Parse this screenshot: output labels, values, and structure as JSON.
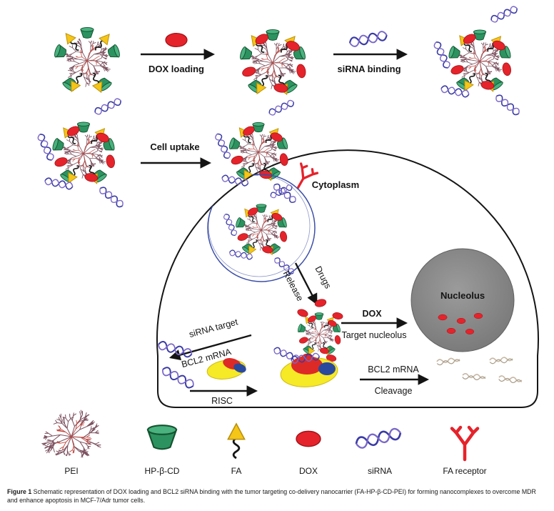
{
  "figure": {
    "labels": {
      "dox_loading": "DOX loading",
      "sirna_binding": "siRNA binding",
      "cell_uptake": "Cell uptake",
      "cytoplasm": "Cytoplasm",
      "drugs": "Drugs",
      "release": "Release",
      "dox": "DOX",
      "target_nucleolus": "Target nucleolus",
      "nucleolus": "Nucleolus",
      "sirna_target": "siRNA target",
      "bcl2_mrna": "BCL2 mRNA",
      "risc": "RISC",
      "cleavage": "Cleavage"
    },
    "legend": {
      "items": [
        {
          "id": "pei",
          "label": "PEI"
        },
        {
          "id": "hp-beta-cd",
          "label": "HP-β-CD"
        },
        {
          "id": "fa",
          "label": "FA"
        },
        {
          "id": "dox",
          "label": "DOX"
        },
        {
          "id": "sirna",
          "label": "siRNA"
        },
        {
          "id": "fa-receptor",
          "label": "FA receptor"
        }
      ]
    },
    "caption": {
      "label": "Figure 1",
      "text": " Schematic representation of DOX loading and BCL2 siRNA binding with the tumor targeting co-delivery nanocarrier (FA-HP-β-CD-PEI) for forming nanocomplexes to overcome MDR and enhance apoptosis in MCF-7/Adr tumor cells."
    },
    "colors": {
      "pei": "#7d5260",
      "pei_inner": "#bf4a43",
      "cd_body": "#2c9260",
      "cd_rim": "#49b27f",
      "cd_outline": "#14532f",
      "fa_yellow": "#f5c518",
      "fa_outline": "#b98f0a",
      "linker_black": "#151515",
      "dox_red": "#e5232b",
      "dox_outline": "#9e1116",
      "sirna_dark": "#3b3ba6",
      "sirna_light": "#7a68c8",
      "receptor_red": "#e5232b",
      "cell_outline": "#151515",
      "vesicle_blue": "#3c4fa8",
      "nucleolus_light": "#9b9b9b",
      "nucleolus_dark": "#767676",
      "risc_yellow": "#f6e926",
      "risc_red": "#dd2a27",
      "risc_blue": "#2a4a9e",
      "mrna_light": "#c6b7a4",
      "mrna_dark": "#a89a86"
    }
  }
}
